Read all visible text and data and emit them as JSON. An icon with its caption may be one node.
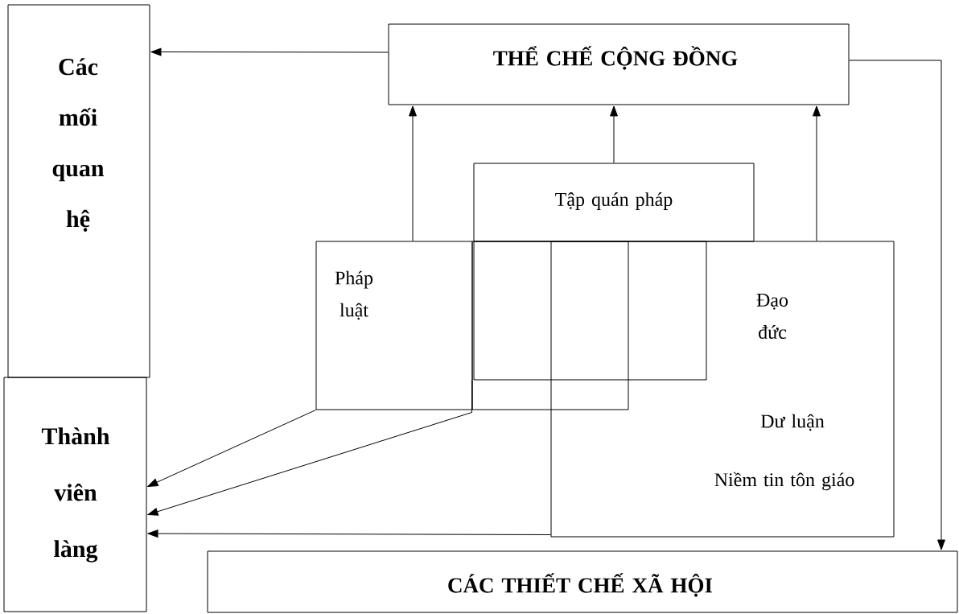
{
  "diagram": {
    "nodes": [
      {
        "text": [
          "THỂ CHẾ CỘNG ĐỒNG"
        ]
      },
      {
        "text": [
          "Các mối quan hệ"
        ]
      },
      {
        "text": [
          "Tập quán pháp"
        ]
      },
      {
        "text": [
          "Pháp luật"
        ]
      },
      {
        "text": [],
        "shape": "box"
      },
      {
        "text": [],
        "shape": "box"
      },
      {
        "text": [
          "Đạo đức",
          "Dư luận",
          "Niềm tin tôn giáo"
        ]
      },
      {
        "text": [
          "Thành viên làng"
        ]
      },
      {
        "text": [
          "CÁC THIẾT CHẾ XÃ HỘI"
        ]
      }
    ],
    "edges": [
      {
        "from": 0,
        "to": 1,
        "arrow": "to"
      },
      {
        "from": 3,
        "to": 0,
        "arrow": "to"
      },
      {
        "from": 2,
        "to": 0,
        "arrow": "to"
      },
      {
        "from": 6,
        "to": 0,
        "arrow": "to"
      },
      {
        "from": 0,
        "to": 8,
        "arrow": "to"
      },
      {
        "from": 3,
        "to": 7,
        "arrow": "to"
      },
      {
        "from": 5,
        "to": 7,
        "arrow": "to"
      },
      {
        "from": 6,
        "to": 7,
        "arrow": "to"
      }
    ]
  }
}
